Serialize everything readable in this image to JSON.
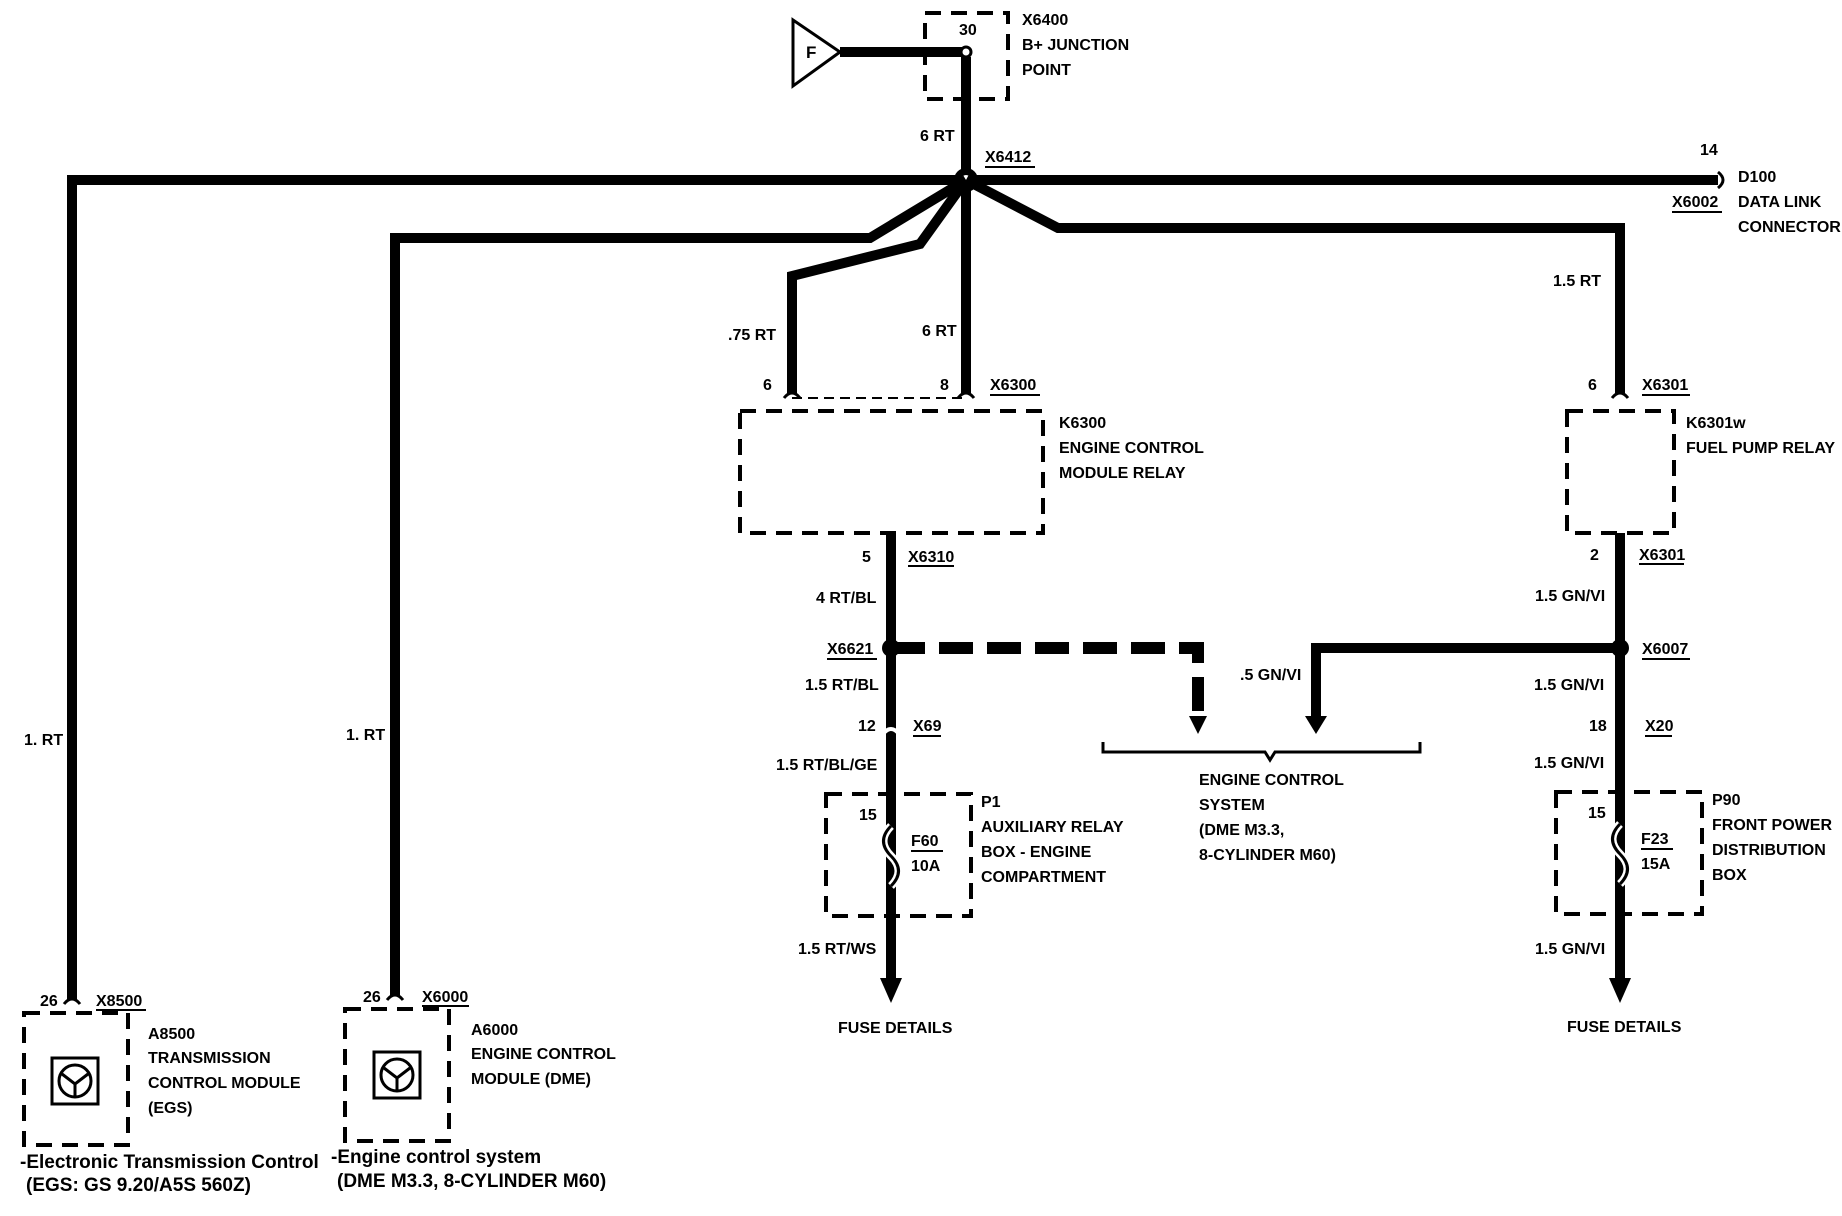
{
  "ground_symbol": {
    "letter": "F"
  },
  "junction_x6400": {
    "pin": "30",
    "id": "X6400",
    "line1": "B+ JUNCTION",
    "line2": "POINT"
  },
  "splice_x6412": {
    "id": "X6412",
    "wire_above": "6 RT"
  },
  "data_link": {
    "pin": "14",
    "id": "D100",
    "line1": "DATA LINK",
    "line2": "CONNECTOR",
    "connector": "X6002"
  },
  "ecm_relay": {
    "wire_left": ".75 RT",
    "wire_right": "6 RT",
    "pin_left": "6",
    "pin_right": "8",
    "connector_in": "X6300",
    "id": "K6300",
    "line1": "ENGINE CONTROL",
    "line2": "MODULE RELAY",
    "pin_out": "5",
    "connector_out": "X6310",
    "wire_out": "4 RT/BL"
  },
  "fuel_pump_relay": {
    "wire_in": "1.5 RT",
    "pin_in": "6",
    "connector_in": "X6301",
    "id": "K6301w",
    "line1": "FUEL PUMP RELAY",
    "pin_out": "2",
    "connector_out": "X6301",
    "wire_out": "1.5 GN/VI"
  },
  "left_branch": {
    "splice": "X6621",
    "wire_after_splice": "1.5 RT/BL",
    "pin": "12",
    "connector": "X69",
    "wire_to_fuse": "1.5 RT/BL/GE",
    "fuse_pin": "15",
    "fuse_id": "F60",
    "fuse_rating": "10A",
    "box_id": "P1",
    "box_line1": "AUXILIARY RELAY",
    "box_line2": "BOX - ENGINE",
    "box_line3": "COMPARTMENT",
    "wire_out": "1.5 RT/WS",
    "dest": "FUSE DETAILS"
  },
  "right_branch": {
    "splice": "X6007",
    "wire_to_ecs": ".5 GN/VI",
    "wire_after_splice": "1.5 GN/VI",
    "pin": "18",
    "connector": "X20",
    "wire_to_fuse": "1.5 GN/VI",
    "fuse_pin": "15",
    "fuse_id": "F23",
    "fuse_rating": "15A",
    "box_id": "P90",
    "box_line1": "FRONT POWER",
    "box_line2": "DISTRIBUTION",
    "box_line3": "BOX",
    "wire_out": "1.5 GN/VI",
    "dest": "FUSE DETAILS"
  },
  "engine_control_system": {
    "line1": "ENGINE CONTROL",
    "line2": "SYSTEM",
    "line3": "(DME M3.3,",
    "line4": "8-CYLINDER M60)"
  },
  "tcm": {
    "wire": "1. RT",
    "pin": "26",
    "connector": "X8500",
    "id": "A8500",
    "line1": "TRANSMISSION",
    "line2": "CONTROL MODULE",
    "line3": "(EGS)",
    "caption1": "-Electronic Transmission Control",
    "caption2": "(EGS: GS 9.20/A5S 560Z)"
  },
  "ecm": {
    "wire": "1. RT",
    "pin": "26",
    "connector": "X6000",
    "id": "A6000",
    "line1": "ENGINE CONTROL",
    "line2": "MODULE (DME)",
    "caption1": "-Engine control system",
    "caption2": "(DME M3.3, 8-CYLINDER M60)"
  }
}
